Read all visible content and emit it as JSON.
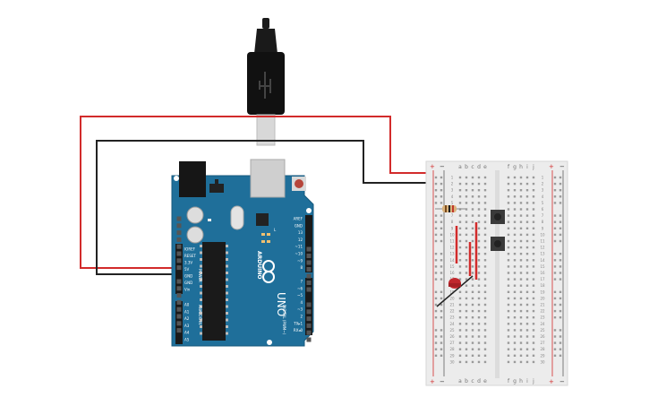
{
  "arduino": {
    "brand": "ARDUINO",
    "model": "UNO",
    "power_header_title": "POWER",
    "analog_header_title": "ANALOG IN",
    "digital_header_title": "DIGITAL (PWM~)",
    "power_pins": [
      "IOREF",
      "RESET",
      "3.3V",
      "5V",
      "GND",
      "GND",
      "Vin"
    ],
    "analog_pins": [
      "A0",
      "A1",
      "A2",
      "A3",
      "A4",
      "A5"
    ],
    "digital_top_pins": [
      "AREF",
      "GND",
      "13",
      "12",
      "~11",
      "~10",
      "~9",
      "8"
    ],
    "digital_bottom_pins": [
      "7",
      "~6",
      "~5",
      "4",
      "~3",
      "2",
      "TX▸1",
      "RX◂0"
    ],
    "tx_label": "TX",
    "rx_label": "RX",
    "l_label": "L",
    "board_color": "#1f6f9a"
  },
  "breadboard": {
    "col_letters_left": [
      "a",
      "b",
      "c",
      "d",
      "e"
    ],
    "col_letters_right": [
      "f",
      "g",
      "h",
      "i",
      "j"
    ],
    "rail_plus": "+",
    "rail_minus": "−",
    "row_numbers": [
      "1",
      "2",
      "3",
      "4",
      "5",
      "6",
      "7",
      "8",
      "9",
      "10",
      "11",
      "12",
      "13",
      "14",
      "15",
      "16",
      "17",
      "18",
      "19",
      "20",
      "21",
      "22",
      "23",
      "24",
      "25",
      "26",
      "27",
      "28",
      "29",
      "30"
    ]
  },
  "wires": {
    "power_color": "#d22b2b",
    "ground_color": "#222222"
  },
  "components": {
    "led_color": "#c0272d",
    "resistor_color": "#d9b27c",
    "button_color": "#3a3a3a"
  }
}
